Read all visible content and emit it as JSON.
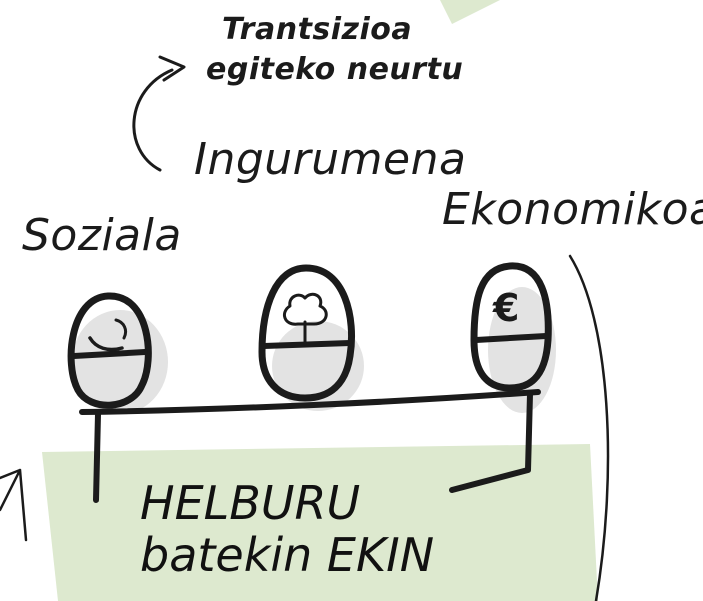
{
  "note": {
    "line1": "Trantsizioa",
    "line2": "egiteko neurtu"
  },
  "labels": {
    "social": "Soziala",
    "environment": "Ingurumena",
    "economic": "Ekonomikoa"
  },
  "goal": {
    "line1": "HELBURU",
    "line2": "batekin EKIN"
  },
  "icons": {
    "economic_symbol": "€",
    "environment_symbol": "tree-icon",
    "social_symbol": "smile-icon"
  },
  "colors": {
    "accent_green": "#dde9cf",
    "ink": "#1b1b1b",
    "shadow_grey": "#e3e3e3"
  }
}
